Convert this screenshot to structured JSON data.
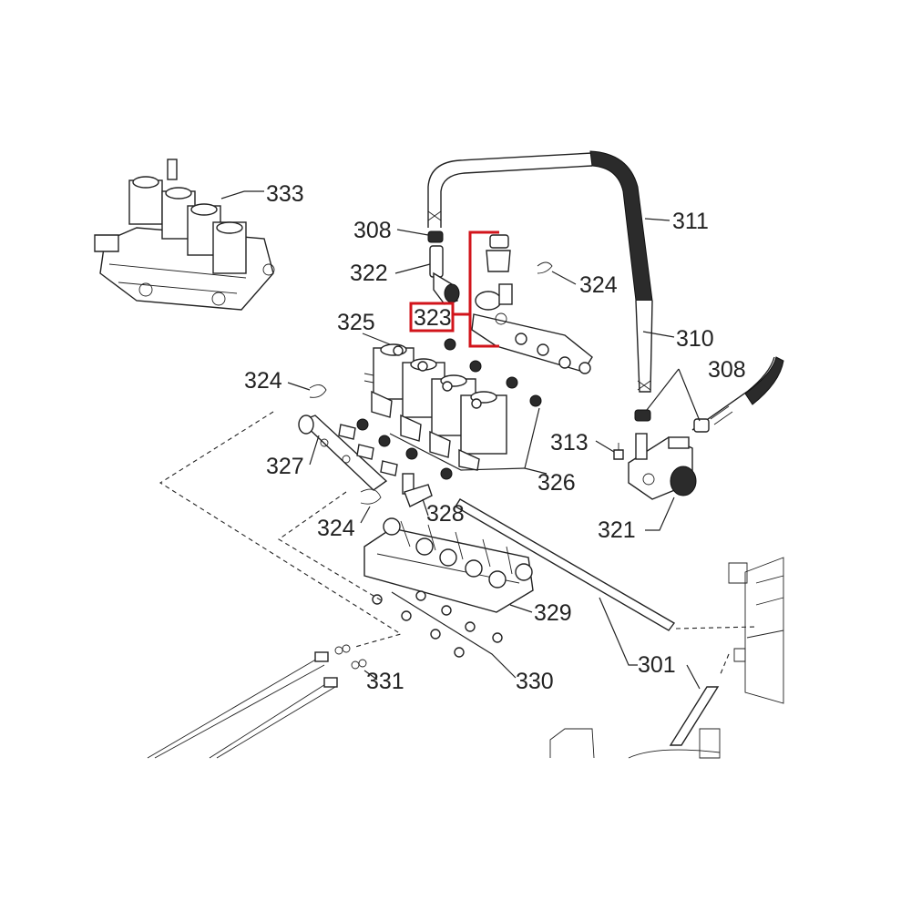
{
  "diagram": {
    "title": "",
    "highlight_color": "#d2141b",
    "callouts": [
      {
        "id": "333",
        "text": "333"
      },
      {
        "id": "308a",
        "text": "308"
      },
      {
        "id": "322",
        "text": "322"
      },
      {
        "id": "323",
        "text": "323",
        "highlighted": true
      },
      {
        "id": "324a",
        "text": "324"
      },
      {
        "id": "311",
        "text": "311"
      },
      {
        "id": "310",
        "text": "310"
      },
      {
        "id": "308b",
        "text": "308"
      },
      {
        "id": "325",
        "text": "325"
      },
      {
        "id": "324b",
        "text": "324"
      },
      {
        "id": "327",
        "text": "327"
      },
      {
        "id": "313",
        "text": "313"
      },
      {
        "id": "326",
        "text": "326"
      },
      {
        "id": "324c",
        "text": "324"
      },
      {
        "id": "328",
        "text": "328"
      },
      {
        "id": "321",
        "text": "321"
      },
      {
        "id": "329",
        "text": "329"
      },
      {
        "id": "301",
        "text": "301"
      },
      {
        "id": "330",
        "text": "330"
      },
      {
        "id": "331",
        "text": "331"
      }
    ]
  }
}
